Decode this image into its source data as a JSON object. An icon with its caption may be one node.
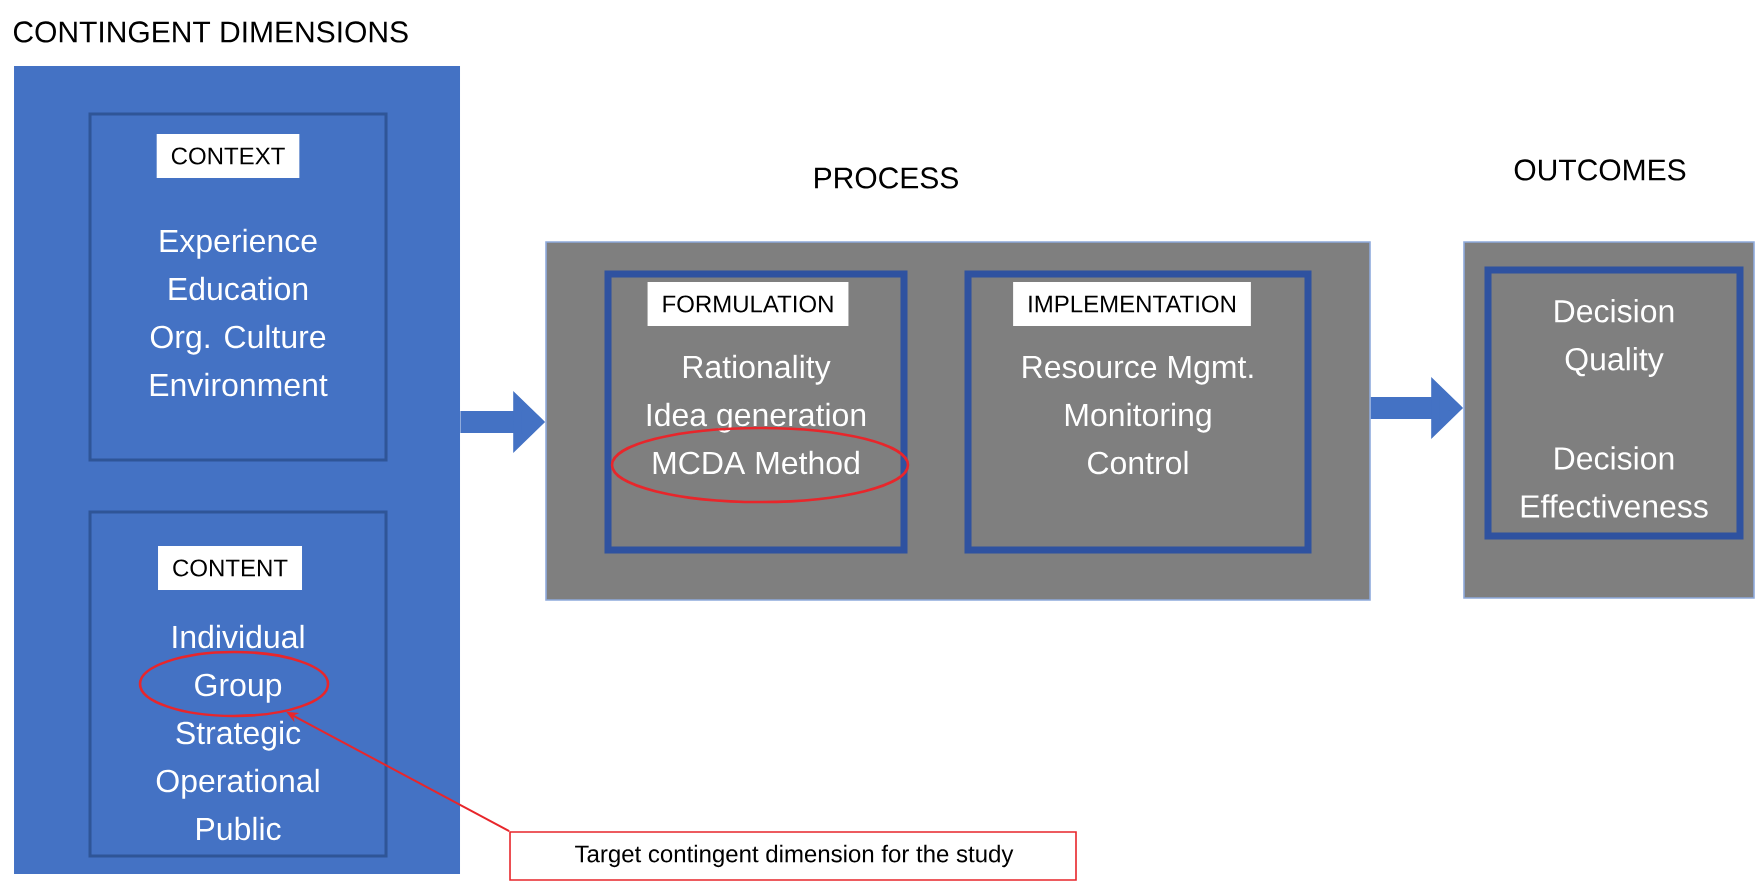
{
  "diagram": {
    "nodes": [
      {
        "text": [
          "CONTINGENT DIMENSIONS"
        ]
      },
      {
        "text": [
          "CONTEXT",
          "Experience",
          "Education",
          "Org. Culture",
          "Environment"
        ],
        "in": 0
      },
      {
        "text": [
          "CONTENT",
          "Individual",
          "Strategic",
          "Operational",
          "Public"
        ],
        "in": 0
      },
      {
        "text": [
          "Group"
        ],
        "in": 2
      },
      {
        "text": [
          "PROCESS"
        ]
      },
      {
        "text": [
          "FORMULATION",
          "Rationality",
          "Idea generation"
        ],
        "in": 4
      },
      {
        "text": [
          "MCDA Method"
        ],
        "in": 5
      },
      {
        "text": [
          "IMPLEMENTATION",
          "Resource Mgmt.",
          "Monitoring",
          "Control"
        ],
        "in": 4
      },
      {
        "text": [
          "OUTCOMES"
        ]
      },
      {
        "text": [
          "Decision Quality",
          "Decision Effectiveness"
        ],
        "in": 8
      },
      {
        "text": [
          "Target contingent dimension for the study"
        ]
      }
    ],
    "edges": [
      {
        "from": 0,
        "to": 4,
        "arrow": "to"
      },
      {
        "from": 4,
        "to": 8,
        "arrow": "to"
      },
      {
        "from": 10,
        "to": 3,
        "arrow": "to",
        "color": "#e8262b"
      }
    ]
  }
}
